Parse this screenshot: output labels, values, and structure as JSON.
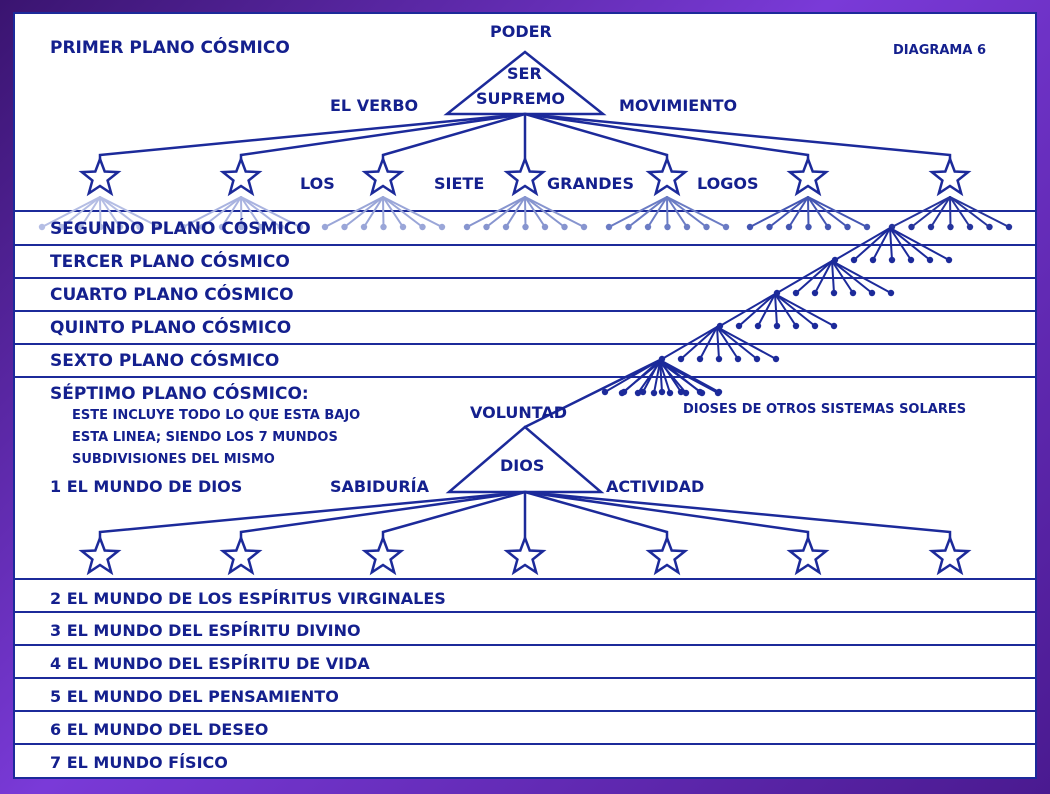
{
  "diagram": {
    "title": "PRIMER PLANO CÓSMICO",
    "diagram_number": "DIAGRAMA 6",
    "top_triangle": {
      "apex_label": "PODER",
      "center_label_line1": "SER",
      "center_label_line2": "SUPREMO",
      "left_label": "EL VERBO",
      "right_label": "MOVIMIENTO"
    },
    "logos_words": [
      "LOS",
      "SIETE",
      "GRANDES",
      "LOGOS"
    ],
    "cosmic_planes": [
      "SEGUNDO PLANO CÓSMICO",
      "TERCER PLANO CÓSMICO",
      "CUARTO PLANO CÓSMICO",
      "QUINTO PLANO CÓSMICO",
      "SEXTO PLANO CÓSMICO"
    ],
    "seventh_plane": {
      "title": "SÉPTIMO PLANO CÓSMICO:",
      "note_lines": [
        "ESTE INCLUYE TODO LO QUE ESTA BAJO",
        "ESTA LINEA; SIENDO LOS 7 MUNDOS",
        "SUBDIVISIONES DEL MISMO"
      ]
    },
    "other_gods_label": "DIOSES DE OTROS SISTEMAS SOLARES",
    "bottom_triangle": {
      "apex_label": "VOLUNTAD",
      "center_label": "DIOS",
      "left_label": "SABIDURÍA",
      "right_label": "ACTIVIDAD"
    },
    "worlds": [
      "1 EL MUNDO DE DIOS",
      "2 EL MUNDO DE LOS ESPÍRITUS VIRGINALES",
      "3 EL MUNDO DEL ESPÍRITU DIVINO",
      "4 EL MUNDO DEL ESPÍRITU DE VIDA",
      "5 EL MUNDO DEL PENSAMIENTO",
      "6 EL MUNDO DEL DESEO",
      "7 EL MUNDO FÍSICO"
    ],
    "colors": {
      "ink": "#14208e",
      "line": "#1c2a9a",
      "faded": "#9aa6d6",
      "border": "#6a2fd0"
    }
  }
}
